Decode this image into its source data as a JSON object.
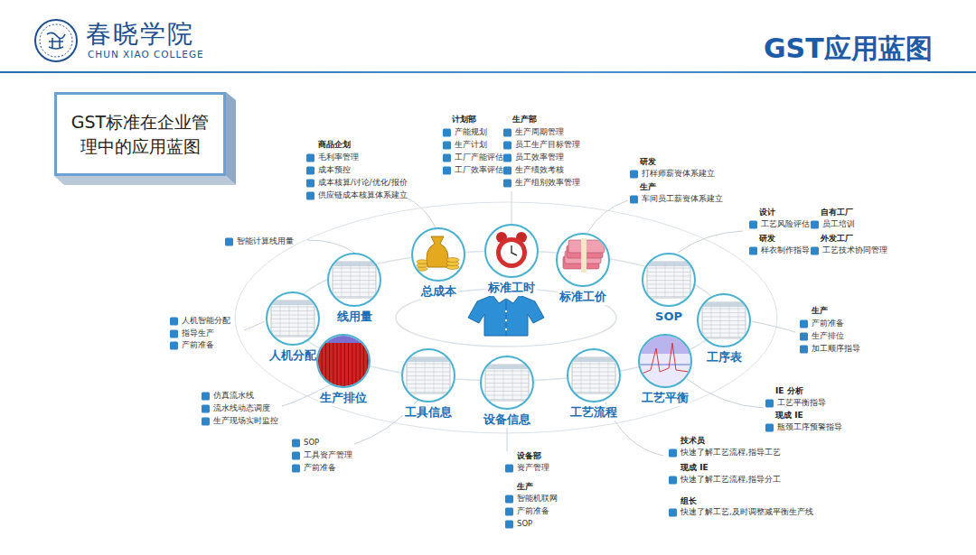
{
  "diagram": {
    "title": "GST应用蓝图",
    "nodes": [
      {
        "text": [
          "GST标准在企业管理中的应用蓝图"
        ]
      },
      {
        "text": [
          "线用量"
        ]
      },
      {
        "text": [
          "总成本"
        ]
      },
      {
        "text": [
          "标准工时"
        ]
      },
      {
        "text": [
          "标准工价"
        ]
      },
      {
        "text": [
          "SOP"
        ]
      },
      {
        "text": [
          "人机分配"
        ]
      },
      {
        "text": [
          "工序表"
        ]
      },
      {
        "text": [
          "生产排位"
        ]
      },
      {
        "text": [
          "工具信息"
        ]
      },
      {
        "text": [
          "设备信息"
        ]
      },
      {
        "text": [
          "工艺流程"
        ]
      },
      {
        "text": [
          "工艺平衡"
        ]
      }
    ],
    "labels": [
      "春晓学院",
      "CHUN XIAO COLLEGE",
      "商品企划",
      "毛利率管理",
      "成本预控",
      "成本核算/讨论/优化/报价",
      "供应链成本核算体系建立",
      "计划部",
      "产能规划",
      "生产计划",
      "工厂产能评估",
      "工厂效率评估",
      "生产部",
      "生产周期管理",
      "员工生产目标管理",
      "员工效率管理",
      "生产绩效考核",
      "生产组别效率管理",
      "研发",
      "打样师薪资体系建立",
      "生产",
      "车间员工薪资体系建立",
      "设计",
      "工艺风险评估",
      "自有工厂",
      "员工培训",
      "研发",
      "样衣制作指导",
      "外发工厂",
      "工艺技术协同管理",
      "智能计算线用量",
      "生产",
      "产前准备",
      "生产排位",
      "加工顺序指导",
      "人机智能分配",
      "指导生产",
      "产前准备",
      "IE 分析",
      "工艺平衡指导",
      "现成 IE",
      "瓶颈工序预警指导",
      "仿真流水线",
      "流水线动态调度",
      "生产现场实时监控",
      "SOP",
      "工具资产管理",
      "产前准备",
      "技术员",
      "快速了解工艺流程,指导工艺",
      "现成 IE",
      "快速了解工艺流程,指导分工",
      "组长",
      "快速了解工艺,及时调整减平衡生产线",
      "设备部",
      "资产管理",
      "生产",
      "智能机联网",
      "产前准备",
      "SOP"
    ]
  }
}
